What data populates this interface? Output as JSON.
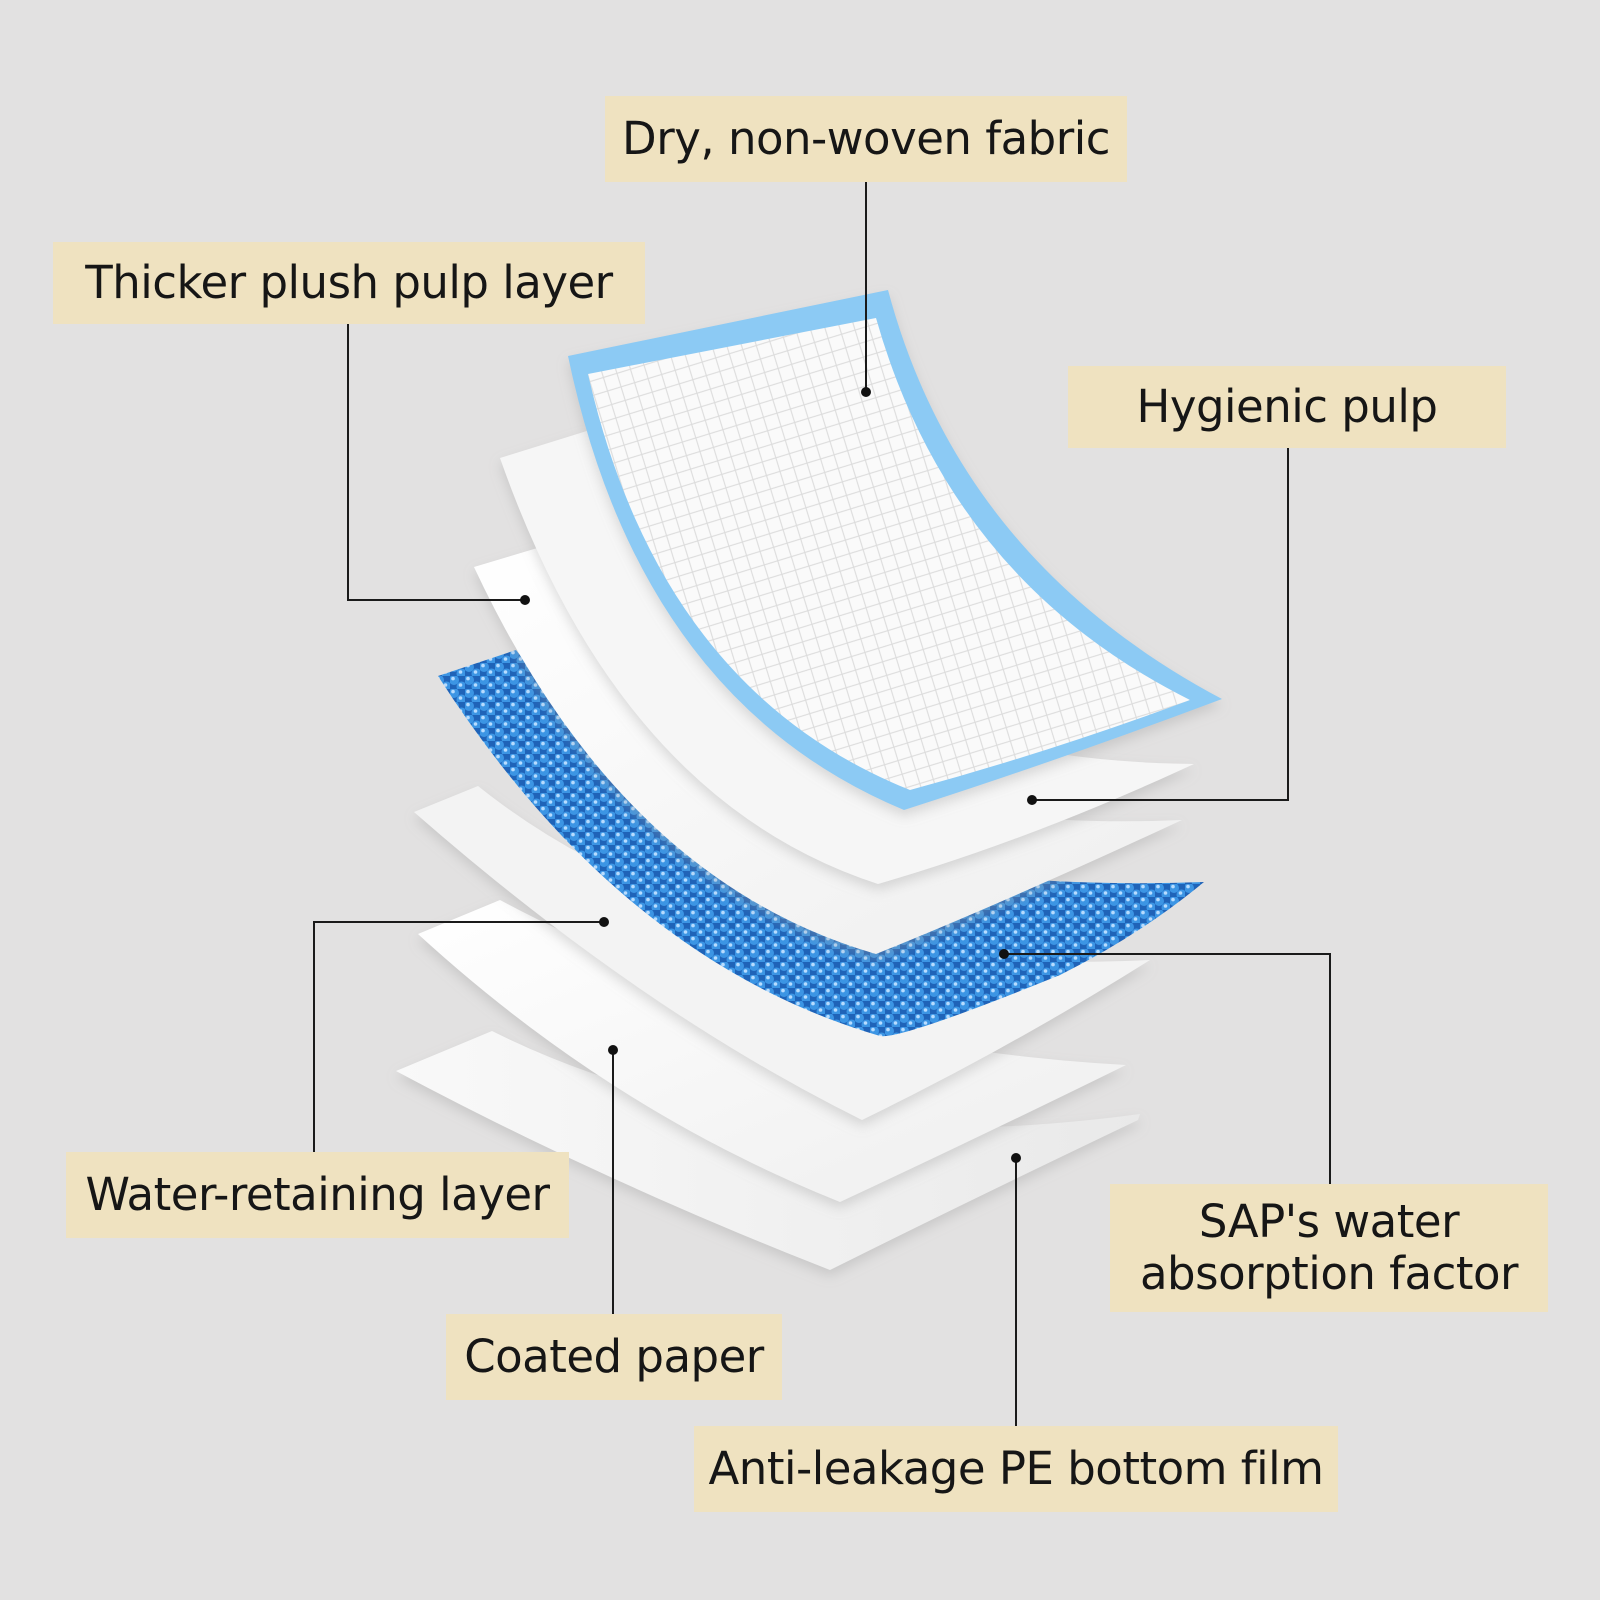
{
  "colors": {
    "background": "#e2e1e1",
    "label_background": "#efe2c0",
    "label_text": "#161616",
    "leader_line": "#1a1a1a",
    "layer_white": "#f7f7f7",
    "top_border_blue": "#8ccaf4",
    "sap_bead_blue": "#2f86d8"
  },
  "labels": {
    "dry_fabric": "Dry, non-woven fabric",
    "plush_pulp": "Thicker plush pulp layer",
    "hygienic_pulp": "Hygienic pulp",
    "sap_line1": "SAP's water",
    "sap_line2": "absorption factor",
    "water_retaining": "Water-retaining layer",
    "coated_paper": "Coated paper",
    "pe_film": "Anti-leakage PE bottom film"
  }
}
